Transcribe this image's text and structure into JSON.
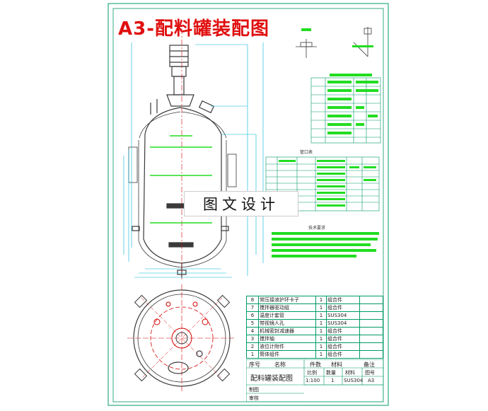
{
  "title": "A3-配料罐装配图",
  "watermark": "图文设计",
  "nozzle_table_title": "管口表",
  "notes_title": "技术要求",
  "bom_rows": [
    {
      "no": "8",
      "name": "常压接液护环卡子",
      "qty": "1",
      "material": "组合件"
    },
    {
      "no": "7",
      "name": "搅拌器驱动组",
      "qty": "1",
      "material": "组合件"
    },
    {
      "no": "6",
      "name": "温度计套管",
      "qty": "1",
      "material": "SUS304"
    },
    {
      "no": "5",
      "name": "带视镜人孔",
      "qty": "1",
      "material": "SUS304"
    },
    {
      "no": "4",
      "name": "机械密封减速器",
      "qty": "1",
      "material": "组合件"
    },
    {
      "no": "3",
      "name": "搅拌轴",
      "qty": "1",
      "material": "组合件"
    },
    {
      "no": "2",
      "name": "液位计附件",
      "qty": "1",
      "material": "组合件"
    },
    {
      "no": "1",
      "name": "筒体组件",
      "qty": "1",
      "material": "组合件"
    }
  ],
  "bom_header": {
    "no": "序号",
    "name": "名称",
    "qty": "件数",
    "material": "材料",
    "remark": "备注"
  },
  "title_block": {
    "drawing_name": "配料罐装配图",
    "scale_label": "比例",
    "qty_label": "数量",
    "material_label": "材料",
    "figno_label": "图号",
    "scale": "1:100",
    "qty": "1",
    "material": "SUS304",
    "figno": "A3",
    "drawn_label": "制图",
    "checked_label": "审核"
  },
  "colors": {
    "frame": "#009966",
    "outline": "#3a3a3a",
    "dimension": "#00b4d8",
    "centerline": "#d60000",
    "highlight": "#22dd22",
    "title": "#e01010"
  }
}
